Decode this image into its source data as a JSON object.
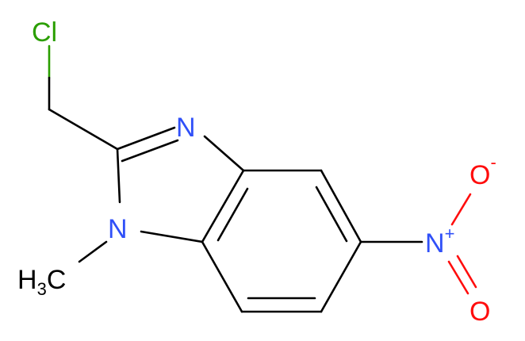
{
  "molecule": {
    "atoms": {
      "cl": {
        "symbol": "Cl",
        "color": "#2a9e00"
      },
      "n3": {
        "symbol": "N",
        "color": "#3050f8"
      },
      "n1": {
        "symbol": "N",
        "color": "#3050f8"
      },
      "ch3": {
        "symbol": "H",
        "sub": "3",
        "tail": "C",
        "color": "#000000"
      },
      "n_nitro": {
        "symbol": "N",
        "charge": "+",
        "color": "#3050f8"
      },
      "o_minus": {
        "symbol": "O",
        "charge": "-",
        "color": "#ff0d0d"
      },
      "o_double": {
        "symbol": "O",
        "color": "#ff0d0d"
      }
    }
  }
}
